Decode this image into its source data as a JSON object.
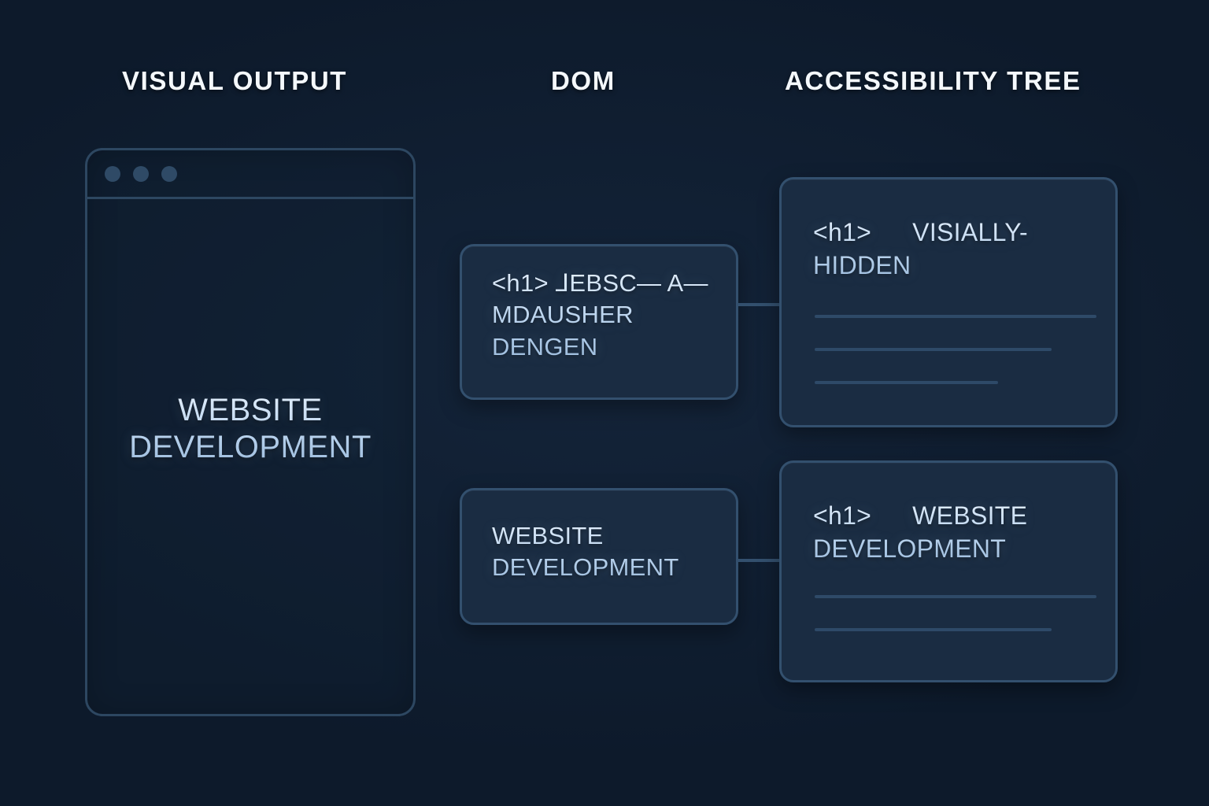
{
  "headings": {
    "visual_output": "VISUAL OUTPUT",
    "dom": "DOM",
    "accessibility_tree": "ACCESSIBILITY TREE"
  },
  "browser": {
    "dots": [
      "window-dot-1",
      "window-dot-2",
      "window-dot-3"
    ],
    "page_title_line1": "WEBSITE",
    "page_title_line2": "DEVELOPMENT"
  },
  "dom": {
    "hidden_node": {
      "tag": "<h1>",
      "text": "⅃EBSC— A— MDAUSHER DENGEN"
    },
    "visible_node": {
      "line1": "WEBSITE",
      "line2": "DEVELOPMENT"
    }
  },
  "accessibility_tree": {
    "hidden_node": {
      "tag": "<h1>",
      "label_line1": "VISIALLY-",
      "label_line2": "HIDDEN",
      "placeholder_line_widths": [
        "100%",
        "84%",
        "65%"
      ]
    },
    "visible_node": {
      "tag": "<h1>",
      "label_line1": "WEBSITE",
      "label_line2": "DEVELOPMENT",
      "placeholder_line_widths": [
        "100%",
        "84%"
      ]
    }
  },
  "colors": {
    "background": "#0d1a2b",
    "card_fill": "#1a2c42",
    "card_border": "#33506e",
    "outline": "#2d4761",
    "heading_text": "#f4f8fc",
    "glow_text": "#cfe2f5",
    "placeholder_line": "#2e4a68"
  }
}
